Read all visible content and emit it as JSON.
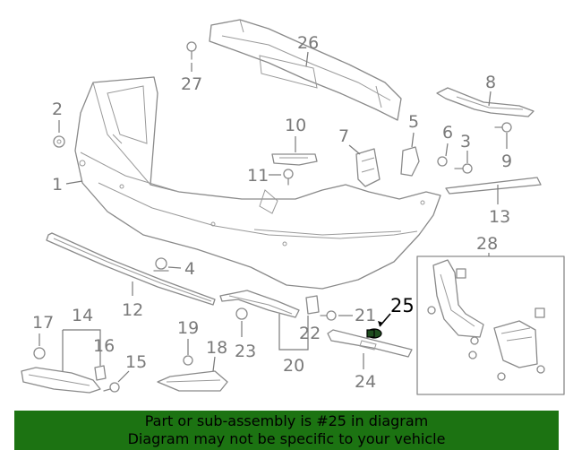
{
  "diagram": {
    "callouts": {
      "p1": "1",
      "p2": "2",
      "p3": "3",
      "p4": "4",
      "p5": "5",
      "p6": "6",
      "p7": "7",
      "p8": "8",
      "p9": "9",
      "p10": "10",
      "p11": "11",
      "p12": "12",
      "p13": "13",
      "p14": "14",
      "p15": "15",
      "p16": "16",
      "p17": "17",
      "p18": "18",
      "p19": "19",
      "p20": "20",
      "p21": "21",
      "p22": "22",
      "p23": "23",
      "p24": "24",
      "p25": "25",
      "p26": "26",
      "p27": "27",
      "p28": "28"
    },
    "highlighted_part": "25",
    "colors": {
      "line_gray": "#8a8a8a",
      "highlight": "#000000",
      "banner_bg": "#1c7312"
    }
  },
  "banner": {
    "line1": "Part or sub-assembly is #25 in diagram",
    "line2": "Diagram may not be specific to your vehicle"
  }
}
